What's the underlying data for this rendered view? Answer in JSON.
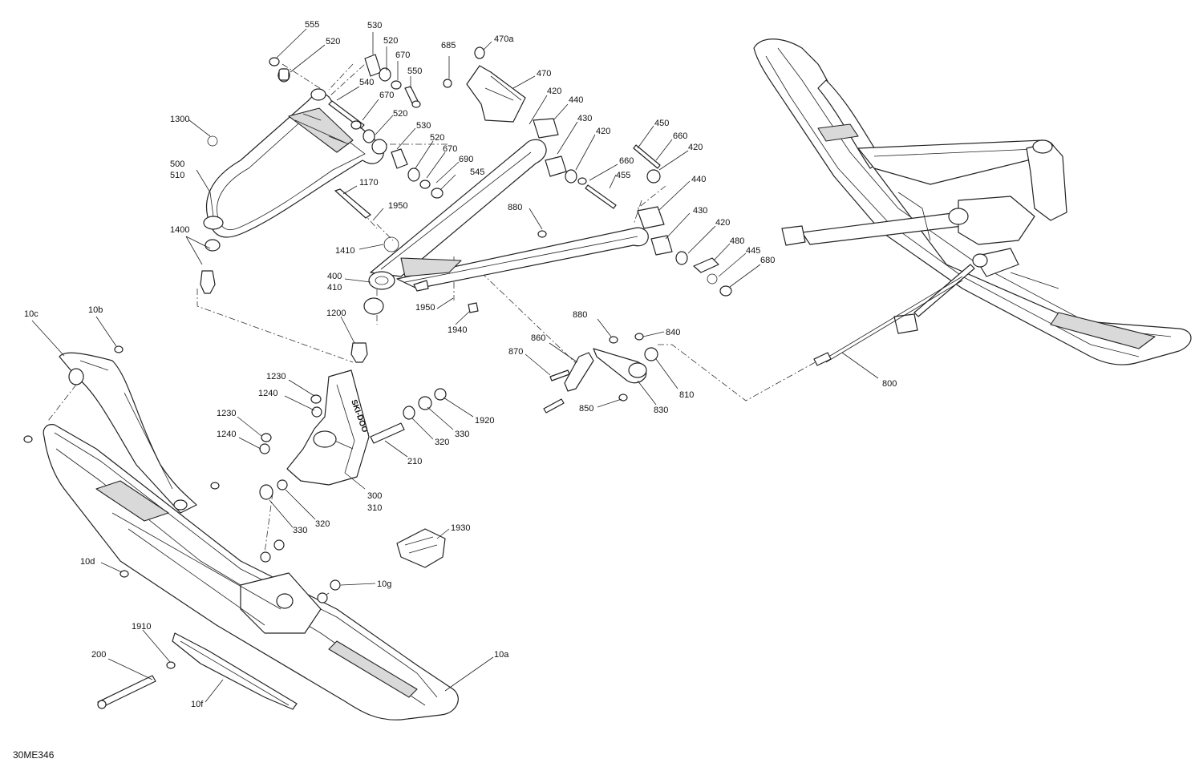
{
  "diagram": {
    "code": "30ME346",
    "labels": [
      {
        "id": "555",
        "text": "555"
      },
      {
        "id": "520a",
        "text": "520"
      },
      {
        "id": "530a",
        "text": "530"
      },
      {
        "id": "520b",
        "text": "520"
      },
      {
        "id": "670a",
        "text": "670"
      },
      {
        "id": "550",
        "text": "550"
      },
      {
        "id": "685",
        "text": "685"
      },
      {
        "id": "470a",
        "text": "470a"
      },
      {
        "id": "470",
        "text": "470"
      },
      {
        "id": "540",
        "text": "540"
      },
      {
        "id": "670b",
        "text": "670"
      },
      {
        "id": "420a",
        "text": "420"
      },
      {
        "id": "440a",
        "text": "440"
      },
      {
        "id": "1300",
        "text": "1300"
      },
      {
        "id": "520c",
        "text": "520"
      },
      {
        "id": "530b",
        "text": "530"
      },
      {
        "id": "520d",
        "text": "520"
      },
      {
        "id": "670c",
        "text": "670"
      },
      {
        "id": "690",
        "text": "690"
      },
      {
        "id": "545",
        "text": "545"
      },
      {
        "id": "430a",
        "text": "430"
      },
      {
        "id": "420b",
        "text": "420"
      },
      {
        "id": "450",
        "text": "450"
      },
      {
        "id": "660a",
        "text": "660"
      },
      {
        "id": "420c",
        "text": "420"
      },
      {
        "id": "660b",
        "text": "660"
      },
      {
        "id": "455",
        "text": "455"
      },
      {
        "id": "500",
        "text": "500"
      },
      {
        "id": "510",
        "text": "510"
      },
      {
        "id": "1170",
        "text": "1170"
      },
      {
        "id": "1950a",
        "text": "1950"
      },
      {
        "id": "880a",
        "text": "880"
      },
      {
        "id": "440b",
        "text": "440"
      },
      {
        "id": "430b",
        "text": "430"
      },
      {
        "id": "420d",
        "text": "420"
      },
      {
        "id": "1400",
        "text": "1400"
      },
      {
        "id": "1410",
        "text": "1410"
      },
      {
        "id": "480",
        "text": "480"
      },
      {
        "id": "445",
        "text": "445"
      },
      {
        "id": "680",
        "text": "680"
      },
      {
        "id": "400",
        "text": "400"
      },
      {
        "id": "410",
        "text": "410"
      },
      {
        "id": "1950b",
        "text": "1950"
      },
      {
        "id": "1200",
        "text": "1200"
      },
      {
        "id": "1940",
        "text": "1940"
      },
      {
        "id": "880b",
        "text": "880"
      },
      {
        "id": "840",
        "text": "840"
      },
      {
        "id": "860",
        "text": "860"
      },
      {
        "id": "870",
        "text": "870"
      },
      {
        "id": "810",
        "text": "810"
      },
      {
        "id": "850",
        "text": "850"
      },
      {
        "id": "830",
        "text": "830"
      },
      {
        "id": "800",
        "text": "800"
      },
      {
        "id": "10c",
        "text": "10c"
      },
      {
        "id": "10b",
        "text": "10b"
      },
      {
        "id": "1230a",
        "text": "1230"
      },
      {
        "id": "1240a",
        "text": "1240"
      },
      {
        "id": "1230b",
        "text": "1230"
      },
      {
        "id": "1240b",
        "text": "1240"
      },
      {
        "id": "1920",
        "text": "1920"
      },
      {
        "id": "330a",
        "text": "330"
      },
      {
        "id": "320a",
        "text": "320"
      },
      {
        "id": "210",
        "text": "210"
      },
      {
        "id": "300",
        "text": "300"
      },
      {
        "id": "310",
        "text": "310"
      },
      {
        "id": "320b",
        "text": "320"
      },
      {
        "id": "330b",
        "text": "330"
      },
      {
        "id": "1930",
        "text": "1930"
      },
      {
        "id": "10d",
        "text": "10d"
      },
      {
        "id": "10g",
        "text": "10g"
      },
      {
        "id": "1910",
        "text": "1910"
      },
      {
        "id": "200",
        "text": "200"
      },
      {
        "id": "10a",
        "text": "10a"
      },
      {
        "id": "10f",
        "text": "10f"
      }
    ]
  }
}
